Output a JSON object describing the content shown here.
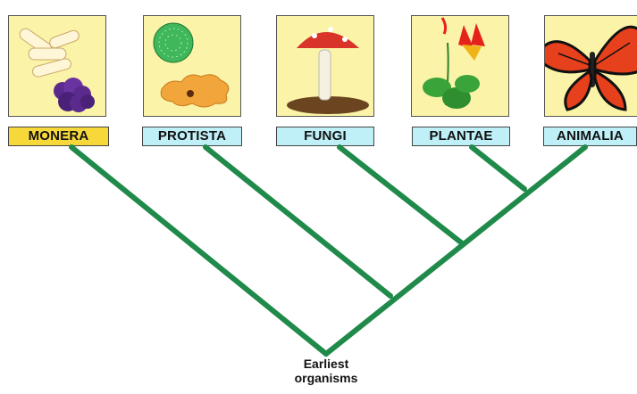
{
  "kingdoms": [
    {
      "name": "MONERA",
      "image": "bacteria-icon"
    },
    {
      "name": "PROTISTA",
      "image": "protist-icon"
    },
    {
      "name": "FUNGI",
      "image": "mushroom-icon"
    },
    {
      "name": "PLANTAE",
      "image": "flower-plant-icon"
    },
    {
      "name": "ANIMALIA",
      "image": "butterfly-icon"
    }
  ],
  "root": {
    "label_line1": "Earliest",
    "label_line2": "organisms"
  },
  "colors": {
    "branch": "#1f8a4a",
    "panel_bg": "#fbf3a8",
    "monera_label": "#f6d83a",
    "other_label": "#bfeff7"
  }
}
